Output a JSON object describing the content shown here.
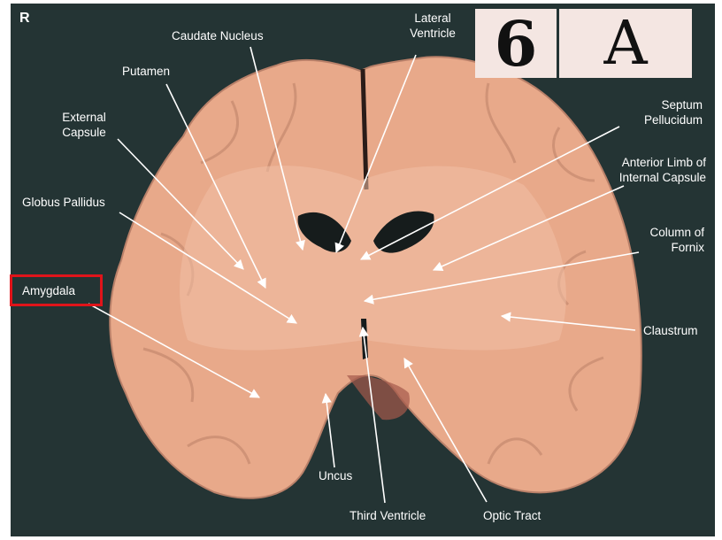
{
  "image": {
    "side_marker": "R",
    "specimen_card": {
      "number": "6",
      "letter": "A"
    },
    "highlighted_label": "Amygdala",
    "highlight_color": "#e0141a",
    "background_color": "#243434",
    "tissue_color": "#e8a98a"
  },
  "labels": {
    "caudate_nucleus": "Caudate Nucleus",
    "lateral_ventricle": [
      "Lateral",
      "Ventricle"
    ],
    "putamen": "Putamen",
    "external_capsule": [
      "External",
      "Capsule"
    ],
    "septum_pellucidum": [
      "Septum",
      "Pellucidum"
    ],
    "anterior_limb": [
      "Anterior Limb of",
      "Internal Capsule"
    ],
    "globus_pallidus": "Globus Pallidus",
    "column_of_fornix": [
      "Column of",
      "Fornix"
    ],
    "amygdala": "Amygdala",
    "claustrum": "Claustrum",
    "uncus": "Uncus",
    "third_ventricle": "Third Ventricle",
    "optic_tract": "Optic Tract"
  }
}
